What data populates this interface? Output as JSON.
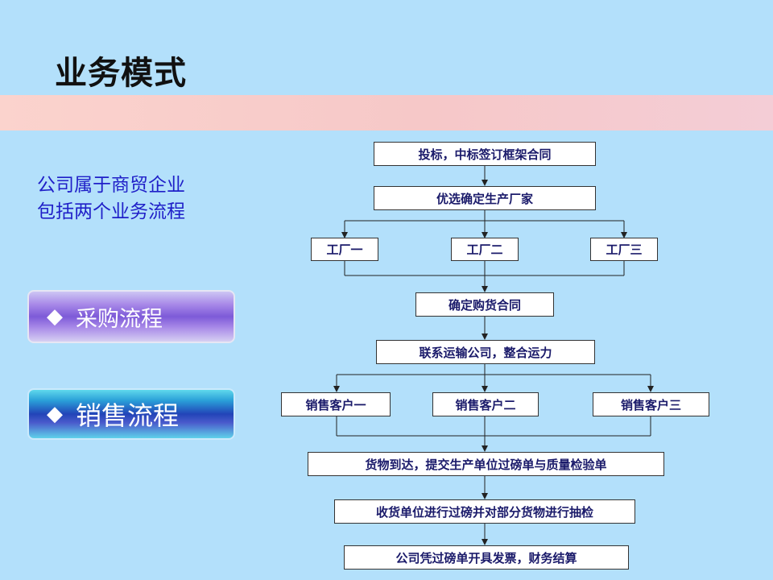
{
  "title": "业务模式",
  "intro": {
    "line1": "公司属于商贸企业",
    "line2": "包括两个业务流程"
  },
  "buttons": {
    "diamond": "◆",
    "purchase": "采购流程",
    "sales": "销售流程"
  },
  "flow": {
    "step1": "投标，中标签订框架合同",
    "step2": "优选确定生产厂家",
    "factories": [
      "工厂一",
      "工厂二",
      "工厂三"
    ],
    "step3": "确定购货合同",
    "step4": "联系运输公司，整合运力",
    "customers": [
      "销售客户一",
      "销售客户二",
      "销售客户三"
    ],
    "step5": "货物到达，提交生产单位过磅单与质量检验单",
    "step6": "收货单位进行过磅并对部分货物进行抽检",
    "step7": "公司凭过磅单开具发票，财务结算"
  },
  "colors": {
    "background": "#b3e0fb",
    "band": "#f6c8c8",
    "intro_text": "#1f1fc8",
    "box_text": "#1a1a6a"
  }
}
